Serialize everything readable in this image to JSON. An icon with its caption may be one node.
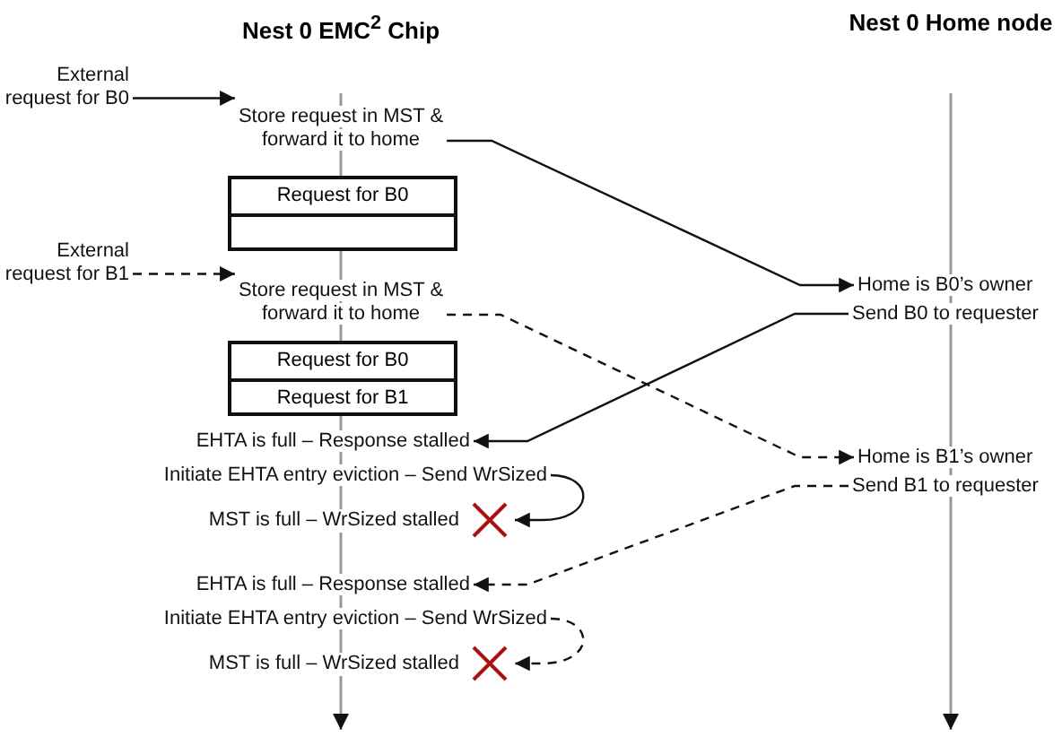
{
  "diagram": {
    "nodes": [
      {
        "text": [
          "External request for B0"
        ]
      },
      {
        "text": [
          "Store request in MST & forward it to home"
        ]
      },
      {
        "text": [
          "Request for B0"
        ]
      },
      {
        "text": [
          "External request for B1"
        ]
      },
      {
        "text": [
          "Store request in MST & forward it to home"
        ]
      },
      {
        "text": [
          "Request for B0",
          "Request for B1"
        ]
      },
      {
        "text": [
          "EHTA is full – Response stalled"
        ]
      },
      {
        "text": [
          "Initiate EHTA entry eviction – Send WrSized"
        ]
      },
      {
        "text": [
          "MST is full – WrSized stalled"
        ]
      },
      {
        "text": [
          "EHTA is full – Response stalled"
        ]
      },
      {
        "text": [
          "Initiate EHTA entry eviction – Send WrSized"
        ]
      },
      {
        "text": [
          "MST is full – WrSized stalled"
        ]
      },
      {
        "text": [
          "Home is B0’s owner"
        ]
      },
      {
        "text": [
          "Send B0 to requester"
        ]
      },
      {
        "text": [
          "Home is B1’s owner"
        ]
      },
      {
        "text": [
          "Send B1 to requester"
        ]
      }
    ],
    "edges": [
      {
        "from": 0,
        "to": 1,
        "arrow": "to"
      },
      {
        "from": 1,
        "to": 12,
        "arrow": "to"
      },
      {
        "from": 13,
        "to": 6,
        "arrow": "to"
      },
      {
        "from": 7,
        "to": 8,
        "arrow": "to"
      },
      {
        "from": 3,
        "to": 4,
        "arrow": "to",
        "style": "dashed"
      },
      {
        "from": 4,
        "to": 14,
        "arrow": "to",
        "style": "dashed"
      },
      {
        "from": 15,
        "to": 9,
        "arrow": "to",
        "style": "dashed"
      },
      {
        "from": 10,
        "to": 11,
        "arrow": "to",
        "style": "dashed"
      }
    ],
    "labels": [
      "Nest 0 EMC$^{2}$ Chip",
      "Nest 0 Home node"
    ]
  }
}
